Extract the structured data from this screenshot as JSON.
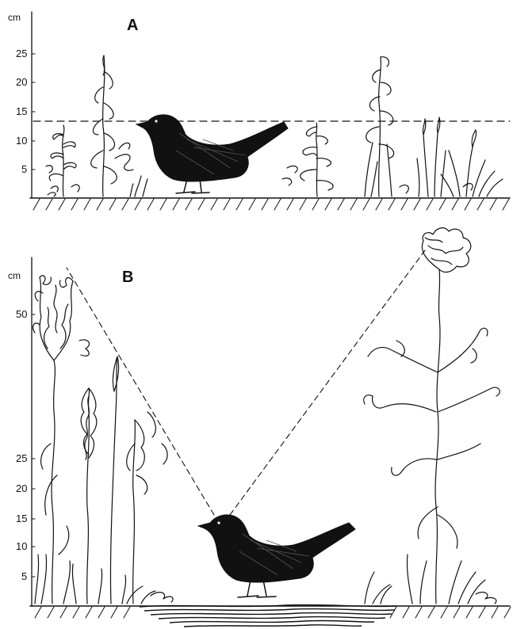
{
  "panel_a": {
    "letter": "A",
    "unit": "cm",
    "ticks": [
      "5",
      "10",
      "15",
      "20",
      "25"
    ]
  },
  "panel_b": {
    "letter": "B",
    "unit": "cm",
    "ticks_lower": [
      "5",
      "10",
      "15",
      "20",
      "25"
    ],
    "tick_upper": "50"
  },
  "colors": {
    "ink": "#111111",
    "background": "#ffffff"
  },
  "icons": {
    "bird": "blackbird-silhouette",
    "plants": "hand-drawn-vegetation",
    "ground": "hatched-ground-line"
  }
}
